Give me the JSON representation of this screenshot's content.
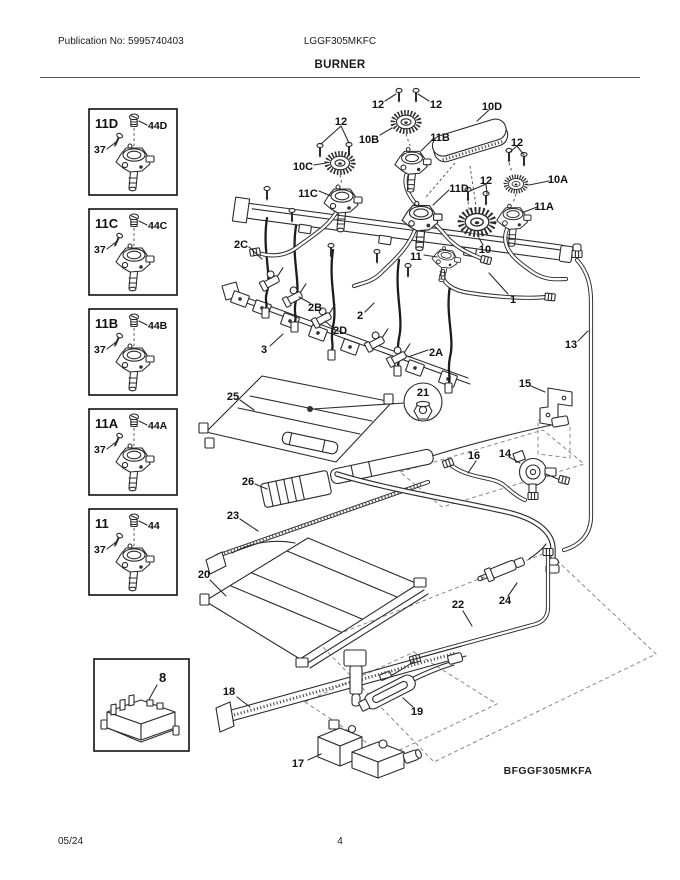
{
  "header": {
    "publication": "Publication No: 5995740403",
    "model": "LGGF305MKFC",
    "title": "BURNER"
  },
  "footer": {
    "date": "05/24",
    "page": "4"
  },
  "diagram": {
    "watermark": "BFGGF305MKFA",
    "callouts": [
      {
        "part": "11D",
        "bolt": "44D",
        "screw": "37"
      },
      {
        "part": "11C",
        "bolt": "44C",
        "screw": "37"
      },
      {
        "part": "11B",
        "bolt": "44B",
        "screw": "37"
      },
      {
        "part": "11A",
        "bolt": "44A",
        "screw": "37"
      },
      {
        "part": "11",
        "bolt": "44",
        "screw": "37"
      },
      {
        "part": "8"
      }
    ],
    "labels": [
      {
        "text": "12"
      },
      {
        "text": "12"
      },
      {
        "text": "10D"
      },
      {
        "text": "12"
      },
      {
        "text": "10B"
      },
      {
        "text": "11B"
      },
      {
        "text": "12"
      },
      {
        "text": "10C"
      },
      {
        "text": "11C"
      },
      {
        "text": "11D"
      },
      {
        "text": "12"
      },
      {
        "text": "10A"
      },
      {
        "text": "11A"
      },
      {
        "text": "2C"
      },
      {
        "text": "11"
      },
      {
        "text": "10"
      },
      {
        "text": "1"
      },
      {
        "text": "13"
      },
      {
        "text": "2B"
      },
      {
        "text": "2"
      },
      {
        "text": "2D"
      },
      {
        "text": "3"
      },
      {
        "text": "2A"
      },
      {
        "text": "25"
      },
      {
        "text": "21"
      },
      {
        "text": "15"
      },
      {
        "text": "16"
      },
      {
        "text": "14"
      },
      {
        "text": "26"
      },
      {
        "text": "23"
      },
      {
        "text": "20"
      },
      {
        "text": "24"
      },
      {
        "text": "22"
      },
      {
        "text": "18"
      },
      {
        "text": "19"
      },
      {
        "text": "17"
      }
    ]
  }
}
